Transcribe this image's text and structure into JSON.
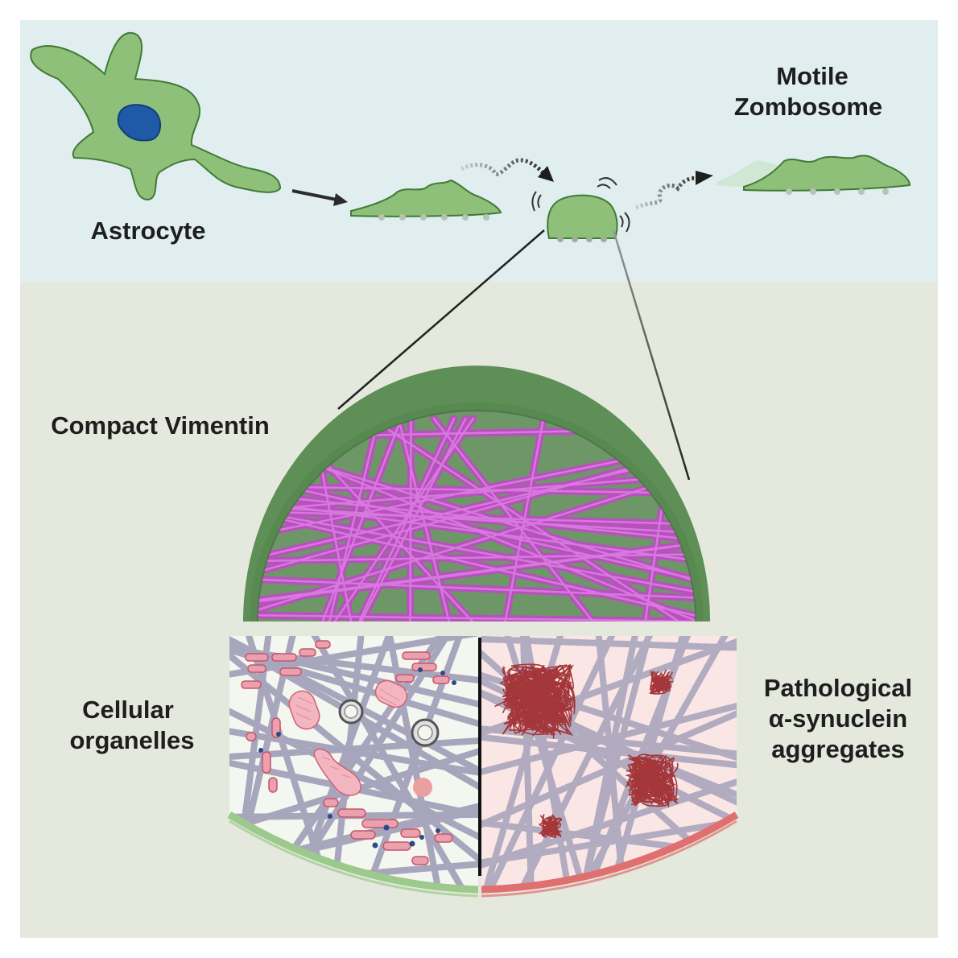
{
  "labels": {
    "astrocyte": "Astrocyte",
    "motile_line1": "Motile",
    "motile_line2": "Zombosome",
    "compact_vimentin": "Compact Vimentin",
    "organelles_line1": "Cellular",
    "organelles_line2": "organelles",
    "pathological_line1": "Pathological",
    "pathological_line2": "α-synuclein",
    "pathological_line3": "aggregates"
  },
  "colors": {
    "top_panel": "#e1eeef",
    "bottom_panel": "#e5e9dd",
    "cell_green": "#8fc07a",
    "cell_outline": "#3f7a37",
    "nucleus": "#1f5aa6",
    "dome_green": "#5d8f57",
    "vimentin_magenta": "#c04ac8",
    "organelle_panel": "#f4f6f0",
    "aggregate_panel": "#fbe6e6",
    "mesh_grey": "#9a98b4",
    "organelle_pink": "#e79aa9",
    "aggregate_red": "#a4373a",
    "green_rim": "#9cc98c",
    "red_rim": "#e07070"
  },
  "icons": [
    "astrocyte-cell-icon",
    "migrating-cell-icon",
    "zombosome-icon",
    "motile-cell-icon",
    "nucleus-icon",
    "vimentin-network-icon",
    "mitochondria-icon",
    "vesicle-icon",
    "aggregate-icon"
  ]
}
